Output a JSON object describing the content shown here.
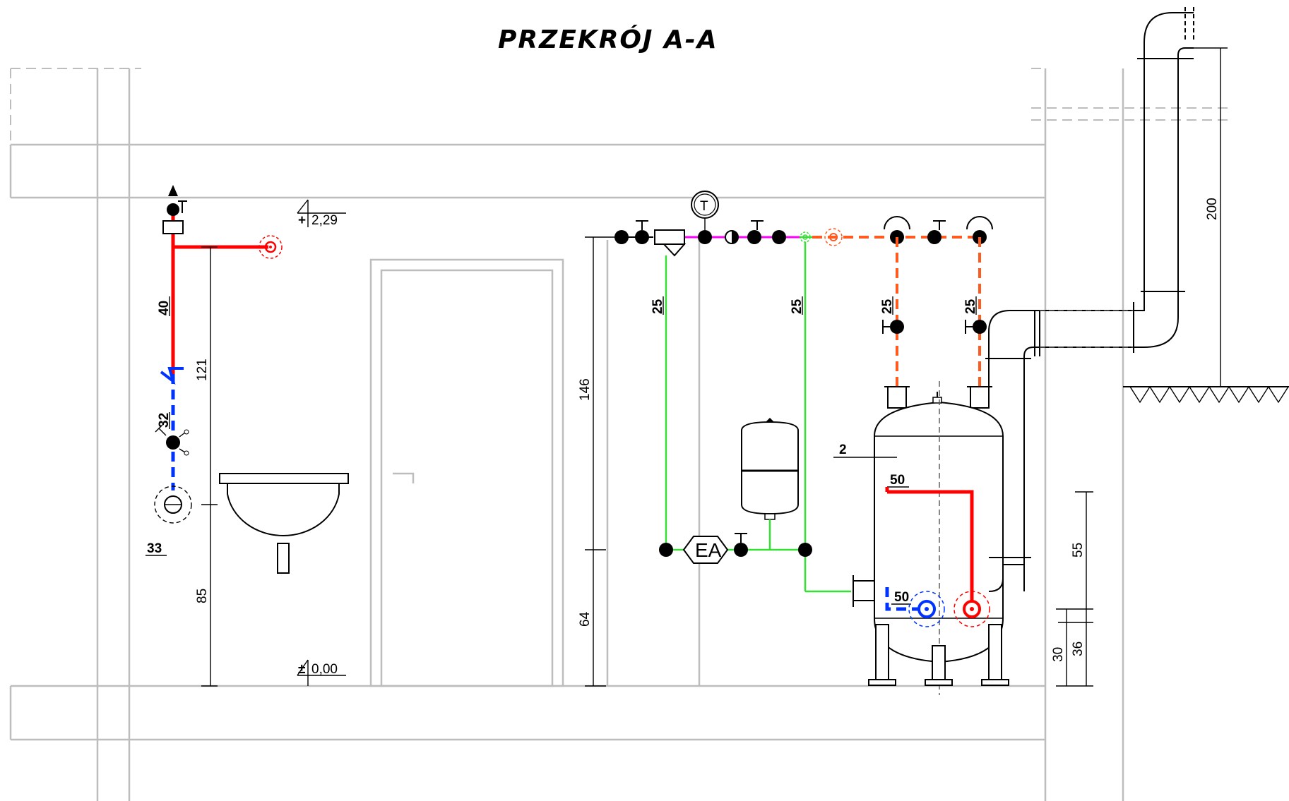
{
  "title": "PRZEKRÓJ A-A",
  "elevations": {
    "top": "2,29",
    "top_sign": "+",
    "floor": "0,00",
    "floor_sign": "±"
  },
  "dimensions": {
    "d121": "121",
    "d85": "85",
    "d146": "146",
    "d64": "64",
    "d200": "200",
    "d55": "55",
    "d36": "36",
    "d30": "30"
  },
  "pipe_labels": {
    "p40": "40",
    "p32": "32",
    "p33": "33",
    "p25a": "25",
    "p25b": "25",
    "p25c": "25",
    "p25d": "25",
    "p50a": "50",
    "p50b": "50",
    "item2": "2"
  },
  "symbols": {
    "thermometer": "T",
    "expansion": "EA"
  },
  "colors": {
    "hot_water": "#ff0000",
    "cold_water": "#0033ff",
    "heating": "#ff5a1f",
    "supply": "#33e033",
    "circulation": "#ff00ff",
    "walls": "#bdbdbd"
  }
}
